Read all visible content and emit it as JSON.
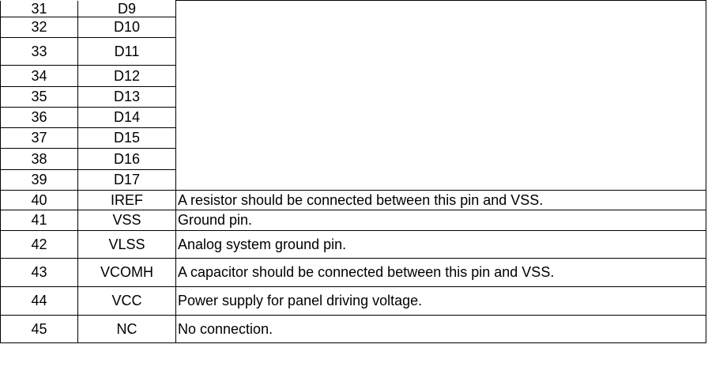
{
  "pins": [
    {
      "num": "31",
      "name": "D9",
      "desc": ""
    },
    {
      "num": "32",
      "name": "D10",
      "desc": ""
    },
    {
      "num": "33",
      "name": "D11",
      "desc": ""
    },
    {
      "num": "34",
      "name": "D12",
      "desc": ""
    },
    {
      "num": "35",
      "name": "D13",
      "desc": ""
    },
    {
      "num": "36",
      "name": "D14",
      "desc": ""
    },
    {
      "num": "37",
      "name": "D15",
      "desc": ""
    },
    {
      "num": "38",
      "name": "D16",
      "desc": ""
    },
    {
      "num": "39",
      "name": "D17",
      "desc": ""
    },
    {
      "num": "40",
      "name": "IREF",
      "desc": "A resistor should be connected between this pin and VSS."
    },
    {
      "num": "41",
      "name": "VSS",
      "desc": "Ground pin."
    },
    {
      "num": "42",
      "name": "VLSS",
      "desc": "Analog system ground pin."
    },
    {
      "num": "43",
      "name": "VCOMH",
      "desc": "A capacitor should be connected between this pin and VSS."
    },
    {
      "num": "44",
      "name": "VCC",
      "desc": "Power supply for panel driving voltage."
    },
    {
      "num": "45",
      "name": "NC",
      "desc": "No connection."
    }
  ]
}
